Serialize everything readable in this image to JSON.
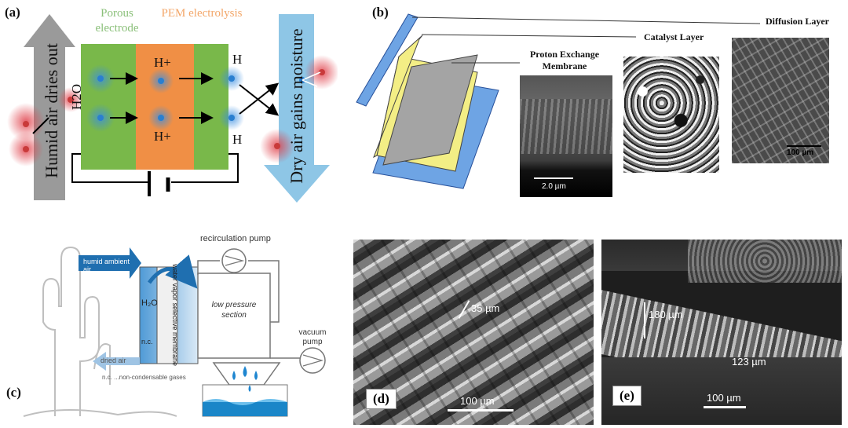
{
  "panel_a": {
    "label": "(a)",
    "porous_electrode": "Porous electrode",
    "pem_electrolysis": "PEM electrolysis",
    "humid_air": "Humid air dries out",
    "dry_air": "Dry air gains moisture",
    "h2o": "H2O",
    "h_plus_top": "H+",
    "h_plus_bottom": "H+",
    "h_top": "H",
    "h_bottom": "H"
  },
  "panel_b": {
    "label": "(b)",
    "diffusion_layer": "Diffusion Layer",
    "catalyst_layer": "Catalyst Layer",
    "pem": "Proton Exchange Membrane",
    "scale_1": "2.0 µm",
    "scale_2": "100 µm"
  },
  "panel_c": {
    "label": "(c)",
    "humid_air": "humid ambient air",
    "recirc_pump": "recirculation pump",
    "h2o": "H₂O",
    "membrane": "water vapor selective membrane",
    "low_pressure": "low pressure section",
    "vacuum_pump": "vacuum pump",
    "nc": "n.c.",
    "dried_air": "dried air",
    "nc_note": "n.c. ...non-condensable gases"
  },
  "panel_d": {
    "label": "(d)",
    "measure": "35 µm",
    "scale": "100 µm"
  },
  "panel_e": {
    "label": "(e)",
    "measure_1": "180 µm",
    "measure_2": "123 µm",
    "scale": "100 µm"
  }
}
